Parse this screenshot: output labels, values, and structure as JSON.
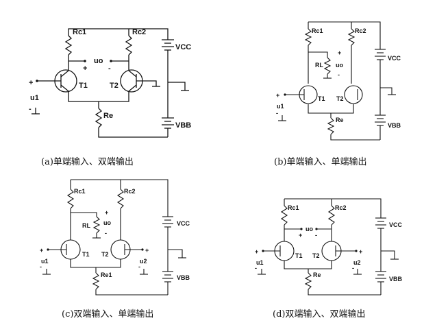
{
  "panels": [
    {
      "id": "a",
      "caption": "(a)单端输入、双端输出",
      "labels": {
        "rc1": "Rc1",
        "rc2": "Rc2",
        "uo": "uo",
        "plus_uo": "+",
        "minus_uo": "-",
        "vcc": "VCC",
        "vbb": "VBB",
        "t1": "T1",
        "t2": "T2",
        "re": "Re",
        "in_plus": "+",
        "in_name": "u1",
        "in_minus": "-"
      }
    },
    {
      "id": "b",
      "caption": "(b)单端输入、单端输出",
      "labels": {
        "rc1": "Rc1",
        "rc2": "Rc2",
        "rl": "RL",
        "uo": "uo",
        "plus_uo": "+",
        "minus_uo": "-",
        "vcc": "VCC",
        "vbb": "VBB",
        "t1": "T1",
        "t2": "T2",
        "re": "Re",
        "in_plus": "+",
        "in_name": "u1",
        "in_minus": "-"
      }
    },
    {
      "id": "c",
      "caption": "(c)双端输入、单端输出",
      "labels": {
        "rc1": "Rc1",
        "rc2": "Rc2",
        "rl": "RL",
        "uo": "uo",
        "plus_uo": "+",
        "minus_uo": "-",
        "vcc": "VCC",
        "vbb": "VBB",
        "t1": "T1",
        "t2": "T2",
        "re": "Re1",
        "in_plus": "+",
        "in_name": "u1",
        "in_minus": "-",
        "in2_plus": "+",
        "in2_name": "u2",
        "in2_minus": "-"
      }
    },
    {
      "id": "d",
      "caption": "(d)双端输入、双端输出",
      "labels": {
        "rc1": "Rc1",
        "rc2": "Rc2",
        "uo": "uo",
        "plus_uo": "+",
        "minus_uo": "-",
        "vcc": "VCC",
        "vbb": "VBB",
        "t1": "T1",
        "t2": "T2",
        "re": "Re",
        "in_plus": "+",
        "in_name": "u1",
        "in_minus": "-",
        "in2_plus": "+",
        "in2_name": "u2",
        "in2_minus": "-"
      }
    }
  ]
}
